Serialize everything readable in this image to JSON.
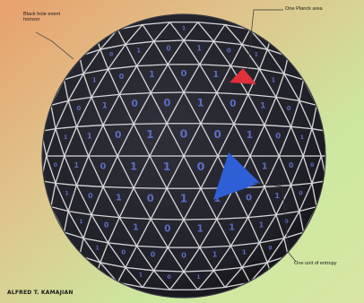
{
  "labels": {
    "black_hole_area": "Black hole event horizon",
    "planck_area": "One Planck area",
    "entropy_unit": "One unit of entropy",
    "credit": "ALFRED T. KAMAJIAN"
  },
  "digits": [
    "1",
    "0",
    "1",
    "0",
    "1",
    "0",
    "1",
    "1",
    "0",
    "1",
    "0",
    "1",
    "0",
    "1",
    "0",
    "1",
    "0",
    "0",
    "1",
    "0",
    "1",
    "0",
    "1",
    "1",
    "0",
    "1",
    "0",
    "0",
    "1",
    "0",
    "1",
    "0",
    "1",
    "0",
    "1",
    "1",
    "0",
    "1",
    "1",
    "0",
    "0",
    "1",
    "0",
    "1",
    "0",
    "1",
    "1",
    "0",
    "1",
    "0",
    "1",
    "0",
    "1",
    "0",
    "1",
    "1",
    "1",
    "0",
    "1",
    "0",
    "0",
    "0",
    "1",
    "1",
    "0",
    "1",
    "0",
    "1"
  ],
  "colors": {
    "background_left": "#e6a070",
    "background_right": "#cfe49c",
    "sphere": "#26262e",
    "wire": "#d8d8dc",
    "digit": "#5d6cc0",
    "planck_triangle": "#e0303a",
    "entropy_triangle": "#2f5fd6"
  }
}
